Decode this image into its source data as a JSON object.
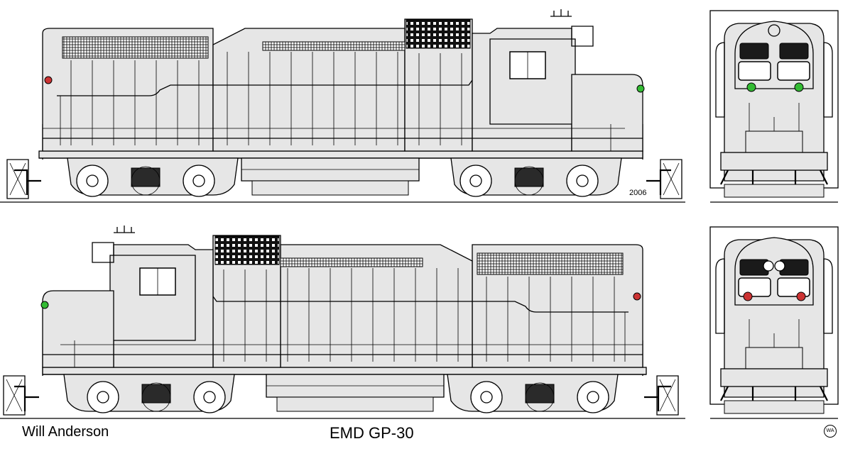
{
  "credits": {
    "author": "Will Anderson",
    "title": "EMD GP-30",
    "year": "2006",
    "mark": "WA"
  },
  "views": [
    {
      "id": "side-view-1",
      "facing": "long-hood-left"
    },
    {
      "id": "side-view-2",
      "facing": "long-hood-right"
    },
    {
      "id": "front-view",
      "end": "short-hood"
    },
    {
      "id": "rear-view",
      "end": "long-hood"
    }
  ],
  "colors": {
    "body_fill": "#e6e6e6",
    "line": "#000000",
    "marker_red": "#cc3333",
    "marker_green": "#33bb33"
  }
}
